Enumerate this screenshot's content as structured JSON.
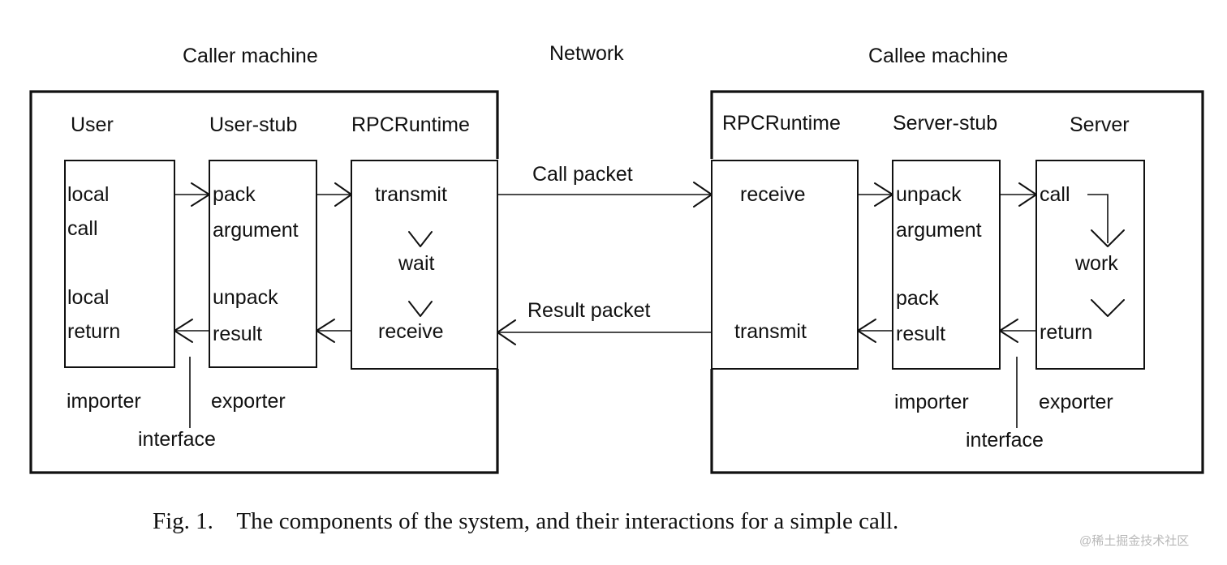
{
  "headers": {
    "caller": "Caller machine",
    "network": "Network",
    "callee": "Callee machine"
  },
  "caller": {
    "user": {
      "title": "User",
      "lines": [
        "local",
        "call",
        "local",
        "return"
      ],
      "role": "importer"
    },
    "user_stub": {
      "title": "User-stub",
      "lines": [
        "pack",
        "argument",
        "unpack",
        "result"
      ],
      "role": "exporter"
    },
    "runtime": {
      "title": "RPCRuntime",
      "lines": [
        "transmit",
        "wait",
        "receive"
      ]
    },
    "interface": "interface"
  },
  "network": {
    "call_packet": "Call packet",
    "result_packet": "Result packet"
  },
  "callee": {
    "runtime": {
      "title": "RPCRuntime",
      "lines": [
        "receive",
        "transmit"
      ]
    },
    "server_stub": {
      "title": "Server-stub",
      "lines": [
        "unpack",
        "argument",
        "pack",
        "result"
      ],
      "role": "importer"
    },
    "server": {
      "title": "Server",
      "lines": [
        "call",
        "work",
        "return"
      ],
      "role": "exporter"
    },
    "interface": "interface"
  },
  "caption": "Fig. 1.    The components of the system, and their interactions for a simple call.",
  "watermark": "@稀土掘金技术社区"
}
